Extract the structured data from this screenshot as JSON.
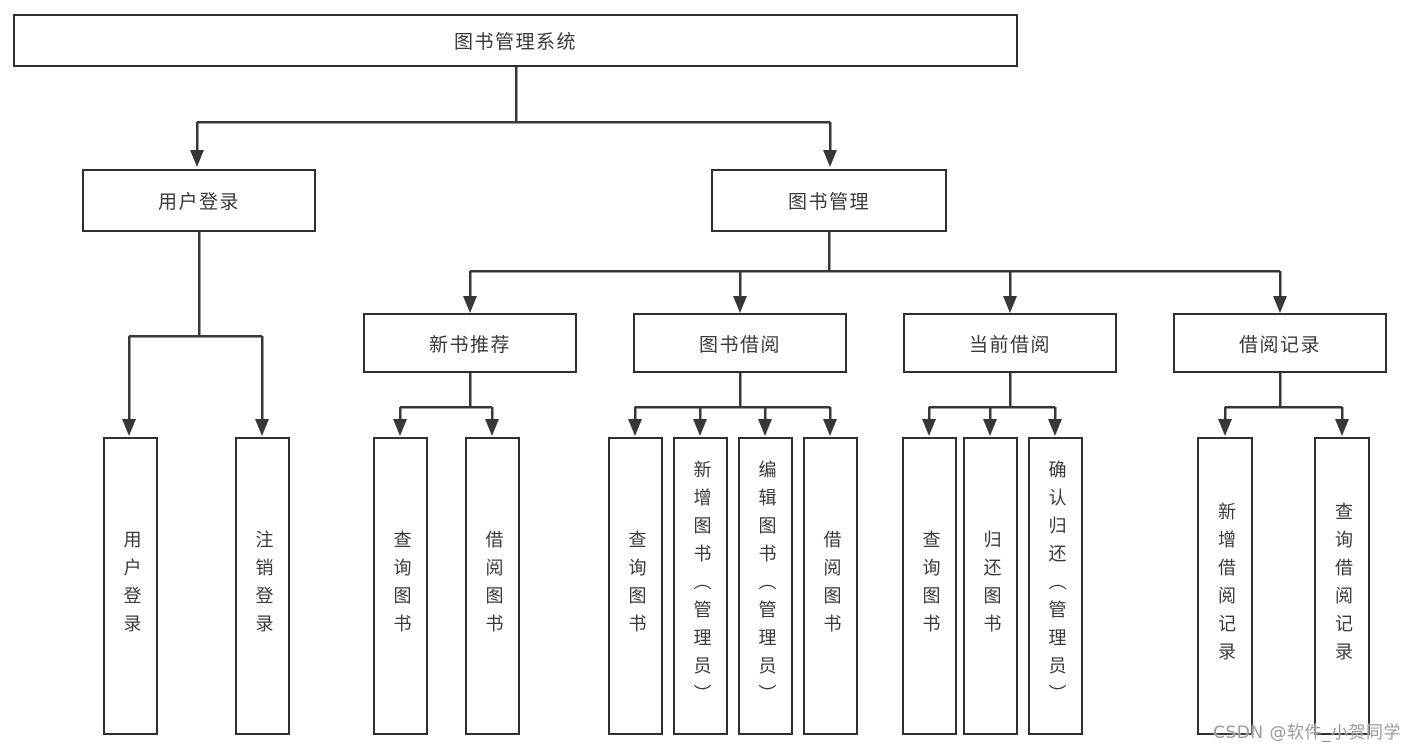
{
  "diagram": {
    "root": {
      "label": "图书管理系统"
    },
    "level2": {
      "user_login": {
        "label": "用户登录"
      },
      "book_management": {
        "label": "图书管理"
      }
    },
    "level3": {
      "new_book_recommend": {
        "label": "新书推荐"
      },
      "book_borrowing": {
        "label": "图书借阅"
      },
      "current_borrowing": {
        "label": "当前借阅"
      },
      "borrowing_records": {
        "label": "借阅记录"
      }
    },
    "leaves": {
      "user_login_action": {
        "label": "用户登录"
      },
      "logout_action": {
        "label": "注销登录"
      },
      "recommend_query_books": {
        "label": "查询图书"
      },
      "recommend_borrow_books": {
        "label": "借阅图书"
      },
      "borrowing_query_books": {
        "label": "查询图书"
      },
      "borrowing_add_books": {
        "label": "新增图书（管理员）"
      },
      "borrowing_edit_books": {
        "label": "编辑图书（管理员）"
      },
      "borrowing_borrow_books": {
        "label": "借阅图书"
      },
      "current_query_books": {
        "label": "查询图书"
      },
      "current_return_books": {
        "label": "归还图书"
      },
      "current_confirm_return": {
        "label": "确认归还（管理员）"
      },
      "records_add_record": {
        "label": "新增借阅记录"
      },
      "records_query_record": {
        "label": "查询借阅记录"
      }
    }
  },
  "watermark": {
    "text": "CSDN @软件_小贺同学"
  },
  "colors": {
    "background": "#ffffff",
    "box_fill": "#ffffff",
    "box_border": "#2f2f2f",
    "line": "#373737",
    "text": "#3a3a3a",
    "watermark": "#9a9a9a"
  }
}
